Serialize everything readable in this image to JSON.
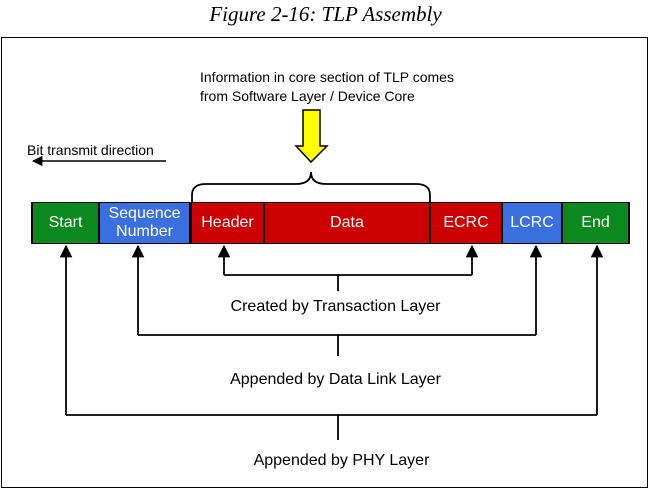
{
  "caption": "Figure 2-16: TLP Assembly",
  "note": {
    "line1": "Information in core section of TLP comes",
    "line2": "from Software Layer / Device Core"
  },
  "direction_label": "Bit transmit direction",
  "segments": [
    {
      "id": "start",
      "label": "Start",
      "color": "#0a8a1e"
    },
    {
      "id": "sequence",
      "line1": "Sequence",
      "line2": "Number",
      "color": "#3a6fe0"
    },
    {
      "id": "header",
      "label": "Header",
      "color": "#cc0000"
    },
    {
      "id": "data",
      "label": "Data",
      "color": "#cc0000"
    },
    {
      "id": "ecrc",
      "label": "ECRC",
      "color": "#cc0000"
    },
    {
      "id": "lcrc",
      "label": "LCRC",
      "color": "#3a6fe0"
    },
    {
      "id": "end",
      "label": "End",
      "color": "#0a8a1e"
    }
  ],
  "layers": {
    "transaction": "Created by Transaction Layer",
    "datalink": "Appended by Data Link Layer",
    "phy": "Appended by PHY Layer"
  },
  "colors": {
    "arrow_fill": "#ffff00",
    "green": "#0a8a1e",
    "blue": "#3a6fe0",
    "red": "#cc0000"
  }
}
